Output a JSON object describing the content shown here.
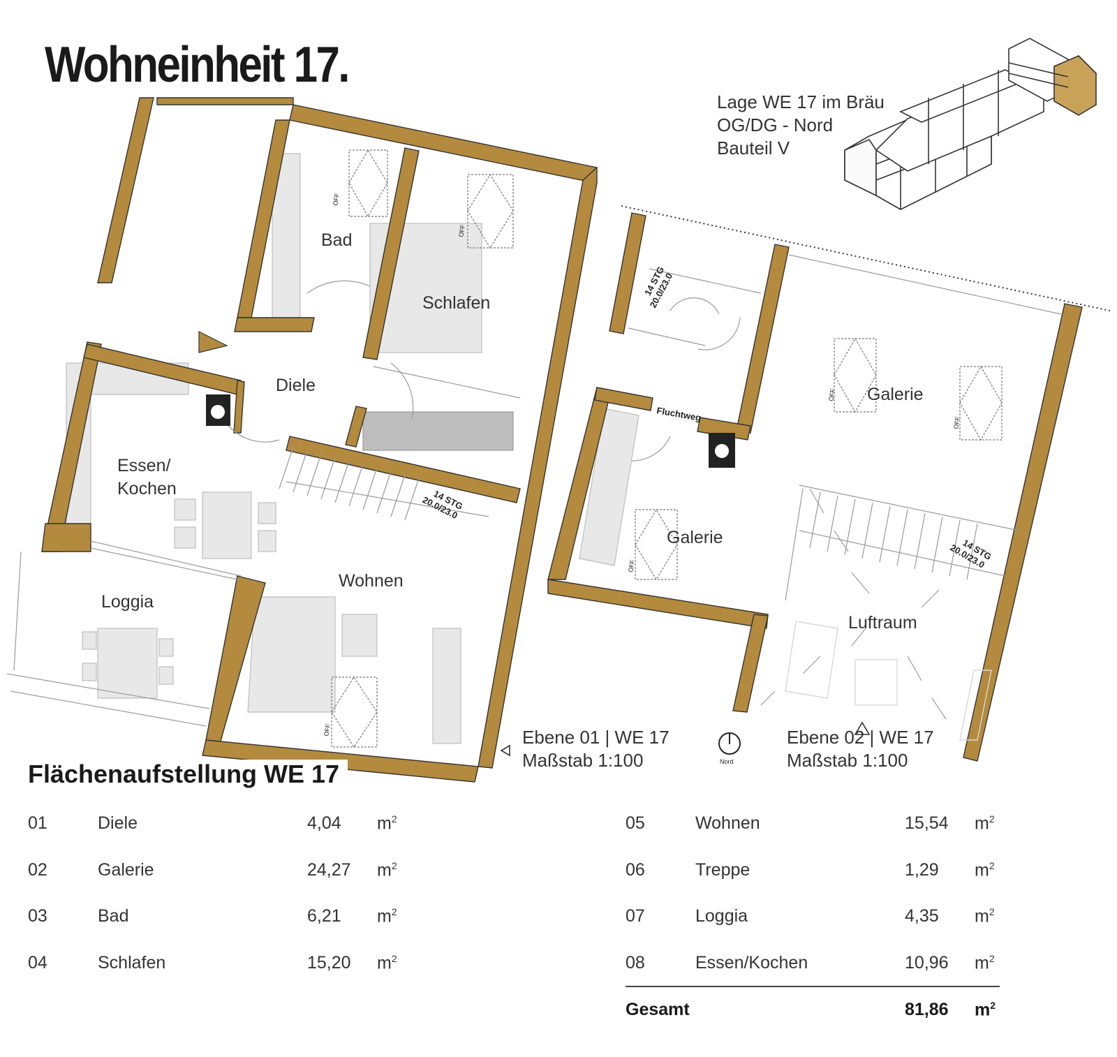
{
  "title": "Wohneinheit 17.",
  "location": {
    "line1": "Lage WE 17 im Bräu",
    "line2": "OG/DG - Nord",
    "line3": "Bauteil V"
  },
  "colors": {
    "wall": "#b38a3e",
    "furniture": "#e6e6e6",
    "text": "#333333"
  },
  "plan_labels": {
    "bad": "Bad",
    "schlafen": "Schlafen",
    "diele": "Diele",
    "essen_line1": "Essen/",
    "essen_line2": "Kochen",
    "loggia": "Loggia",
    "wohnen": "Wohnen",
    "galerie_upper": "Galerie",
    "galerie_lower": "Galerie",
    "luftraum": "Luftraum",
    "fluchtweg": "Fluchtweg",
    "stairs1_line1": "14 STG",
    "stairs1_line2": "20.0/23.0",
    "stairs2_line1": "14 STG",
    "stairs2_line2": "20.0/23.0",
    "stairs3_line1": "14 STG",
    "stairs3_line2": "20.0/23.0",
    "window_off": "OFF",
    "nord": "Nord"
  },
  "levels": {
    "level1_line1": "Ebene 01 | WE 17",
    "level1_line2": "Maßstab 1:100",
    "level2_line1": "Ebene 02 | WE 17",
    "level2_line2": "Maßstab 1:100"
  },
  "areas": {
    "heading": "Flächenaufstellung WE 17",
    "unit": "m",
    "unit_exp": "2",
    "left": [
      {
        "no": "01",
        "name": "Diele",
        "value": "4,04"
      },
      {
        "no": "02",
        "name": "Galerie",
        "value": "24,27"
      },
      {
        "no": "03",
        "name": "Bad",
        "value": "6,21"
      },
      {
        "no": "04",
        "name": "Schlafen",
        "value": "15,20"
      }
    ],
    "right": [
      {
        "no": "05",
        "name": "Wohnen",
        "value": "15,54"
      },
      {
        "no": "06",
        "name": "Treppe",
        "value": "1,29"
      },
      {
        "no": "07",
        "name": "Loggia",
        "value": "4,35"
      },
      {
        "no": "08",
        "name": "Essen/Kochen",
        "value": "10,96"
      }
    ],
    "total_label": "Gesamt",
    "total_value": "81,86"
  }
}
